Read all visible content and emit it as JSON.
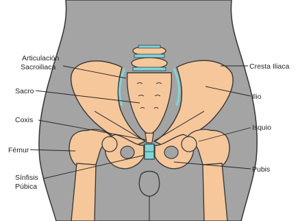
{
  "labels": {
    "articulacion": [
      "Articulación",
      "Sacroiliaca"
    ],
    "sacro": "Sacro",
    "coxis": "Coxis",
    "femur": "Fémur",
    "sinfisis": [
      "Sínfisis",
      "Púbica"
    ],
    "cresta": "Cresta Iliaca",
    "ilio": "Ilio",
    "isquio": "Isquio",
    "pubis": "Pubis"
  },
  "colors": {
    "body": "#a4a4a4",
    "bone": "#f6c79b",
    "bone_outline": "#3a3a3a",
    "cartilage": "#7fd6d8",
    "leader": "#222222"
  }
}
